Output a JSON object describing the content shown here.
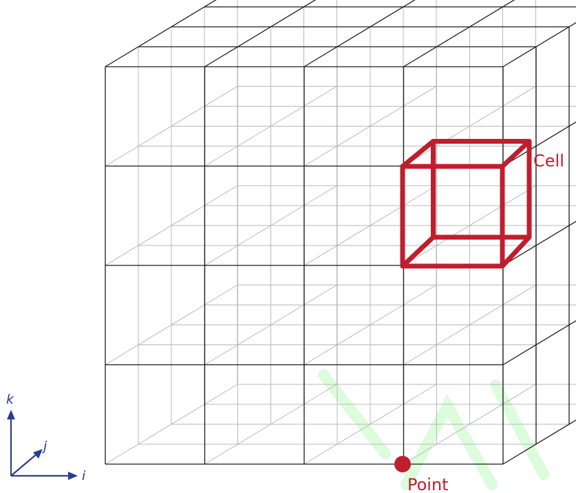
{
  "diagram": {
    "grid_cells": [
      4,
      4,
      4
    ],
    "labels": {
      "cell": "Cell",
      "point": "Point",
      "axis_i": "i",
      "axis_j": "j",
      "axis_k": "k"
    },
    "colors": {
      "highlight": "#c01e2e",
      "axes": "#2a3d8f",
      "front_lines": "#1a1a1a",
      "hidden_lines": "#b8b8b8",
      "watermark": "#5ef25e"
    }
  }
}
